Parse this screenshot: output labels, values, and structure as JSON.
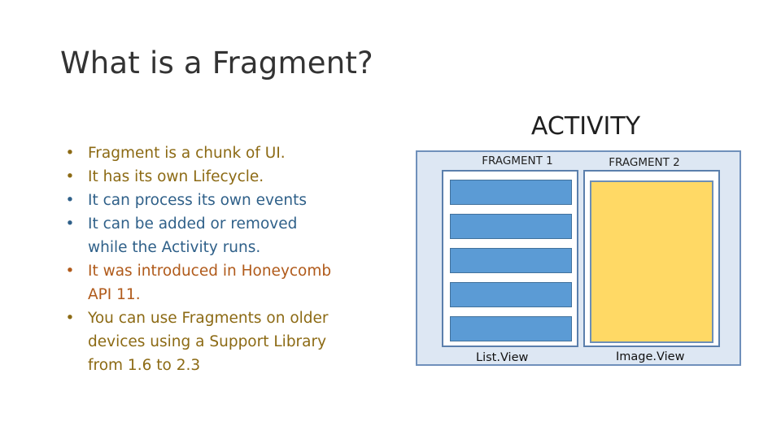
{
  "slide": {
    "title": "What is a Fragment?",
    "bullets": [
      {
        "dot": "•",
        "text": "Fragment is a chunk of UI."
      },
      {
        "dot": "•",
        "text": "It has its own Lifecycle."
      },
      {
        "dot": "•",
        "text": "It can process its own events"
      },
      {
        "dot": "•",
        "text": "It can be added or removed while the Activity runs."
      },
      {
        "dot": "•",
        "text": "It was introduced in Honeycomb API 11."
      },
      {
        "dot": "•",
        "text": "You can use Fragments on older devices using a Support Library from 1.6 to 2.3"
      }
    ]
  },
  "diagram": {
    "activity_label": "ACTIVITY",
    "fragment1_label": "FRAGMENT 1",
    "fragment2_label": "FRAGMENT 2",
    "listview_caption": "List.View",
    "imageview_caption": "Image.View",
    "colors": {
      "activity_fill": "#dde7f3",
      "list_row_fill": "#5b9bd5",
      "image_fill": "#ffd965"
    }
  }
}
